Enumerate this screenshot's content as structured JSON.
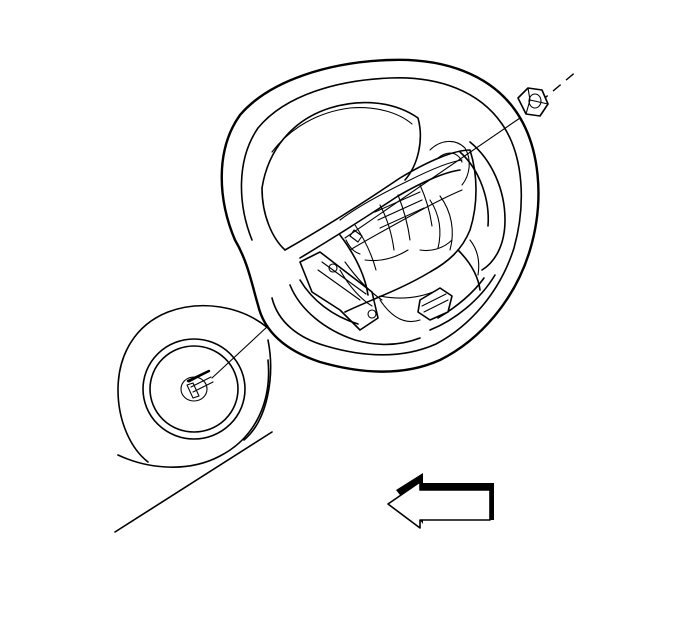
{
  "diagram": {
    "components": [
      {
        "id": "steering-wheel",
        "icon": "steering-wheel-icon"
      },
      {
        "id": "airbag-module",
        "icon": "airbag-module-icon"
      },
      {
        "id": "retaining-nut",
        "icon": "hex-nut-icon"
      },
      {
        "id": "mounting-stud",
        "icon": "threaded-stud-icon"
      },
      {
        "id": "direction-arrow",
        "icon": "arrow-left-icon"
      }
    ],
    "colors": {
      "ink": "#000000",
      "paper": "#ffffff"
    }
  }
}
